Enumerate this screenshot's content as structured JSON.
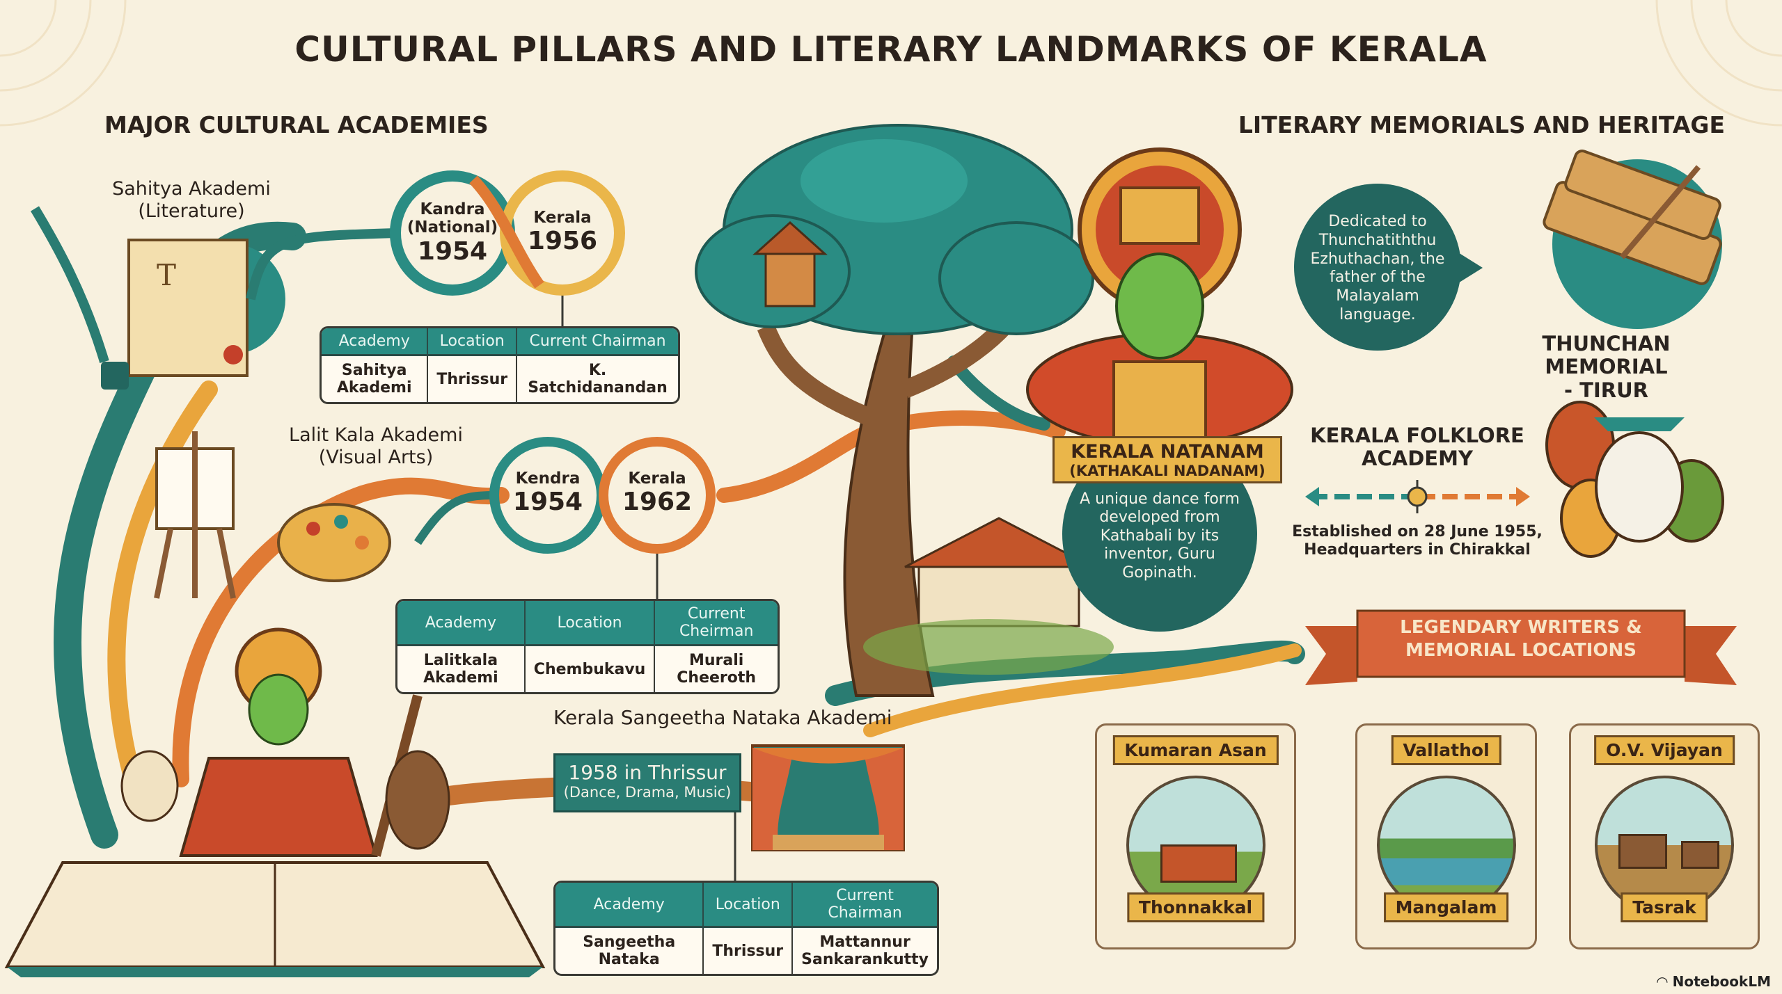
{
  "title": "CULTURAL PILLARS AND LITERARY LANDMARKS OF KERALA",
  "left_section": {
    "heading": "MAJOR CULTURAL ACADEMIES",
    "academies": [
      {
        "name": "Sahitya Akademi",
        "field": "(Literature)",
        "national_label": "Kandra",
        "national_sub": "(National)",
        "national_year": "1954",
        "state_label": "Kerala",
        "state_year": "1956",
        "table": {
          "headers": [
            "Academy",
            "Location",
            "Current Chairman"
          ],
          "row": [
            "Sahitya Akademi",
            "Thrissur",
            "K. Satchidanandan"
          ]
        }
      },
      {
        "name": "Lalit Kala Akademi",
        "field": "(Visual Arts)",
        "national_label": "Kendra",
        "national_year": "1954",
        "state_label": "Kerala",
        "state_year": "1962",
        "table": {
          "headers": [
            "Academy",
            "Location",
            "Current Cheirman"
          ],
          "row": [
            "Lalitkala Akademi",
            "Chembukavu",
            "Murali Cheeroth"
          ]
        }
      },
      {
        "name": "Kerala Sangeetha Nataka Akademi",
        "banner_line1": "1958 in Thrissur",
        "banner_line2": "(Dance, Drama, Music)",
        "table": {
          "headers": [
            "Academy",
            "Location",
            "Current Chairman"
          ],
          "row": [
            "Sangeetha Nataka",
            "Thrissur",
            "Mattannur Sankarankutty"
          ]
        }
      }
    ]
  },
  "center": {
    "natanam_title": "KERALA NATANAM",
    "natanam_sub": "(KATHAKALI NADANAM)",
    "natanam_desc": "A unique dance form developed from Kathabali by its inventor, Guru Gopinath."
  },
  "right_section": {
    "heading": "LITERARY MEMORIALS AND HERITAGE",
    "thunchan_bubble": "Dedicated to Thunchatiththu Ezhuthachan, the father of the Malayalam language.",
    "thunchan_title_1": "THUNCHAN MEMORIAL",
    "thunchan_title_2": "- TIRUR",
    "folklore_title_1": "KERALA FOLKLORE",
    "folklore_title_2": "ACADEMY",
    "folklore_desc_1": "Established on 28 June 1955,",
    "folklore_desc_2": "Headquarters in Chirakkal",
    "writers_ribbon_1": "LEGENDARY WRITERS &",
    "writers_ribbon_2": "MEMORIAL LOCATIONS",
    "writers": [
      {
        "name": "Kumaran Asan",
        "place": "Thonnakkal",
        "scene": "house"
      },
      {
        "name": "Vallathol",
        "place": "Mangalam",
        "scene": "river"
      },
      {
        "name": "O.V. Vijayan",
        "place": "Tasrak",
        "scene": "village"
      }
    ]
  },
  "footer": {
    "brand": "NotebookLM"
  },
  "colors": {
    "background": "#f8f1df",
    "teal": "#2a8c83",
    "dark_teal": "#23665f",
    "orange": "#e07a34",
    "gold": "#eab64a",
    "brown": "#7a4a26"
  }
}
